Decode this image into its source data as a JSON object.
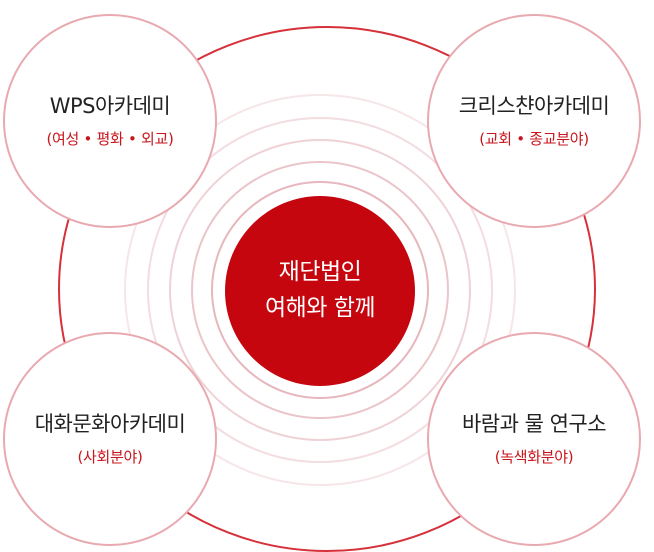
{
  "center": {
    "line1": "재단법인",
    "line2": "여해와 함께"
  },
  "nodes": {
    "top_left": {
      "title": "WPS아카데미",
      "sub": "(여성 • 평화 • 외교)"
    },
    "top_right": {
      "title": "크리스챤아카데미",
      "sub": "(교회 • 종교분야)"
    },
    "bottom_left": {
      "title": "대화문화아카데미",
      "sub": "(사회분야)"
    },
    "bottom_right": {
      "title": "바람과 물 연구소",
      "sub": "(녹색화분야)"
    }
  },
  "colors": {
    "primary_red": "#c6060f",
    "outer_ring": "#d6313a",
    "node_border": "#e8a9b0",
    "subtitle_red": "#c8161d",
    "faint_ring": "#f3dde0"
  }
}
